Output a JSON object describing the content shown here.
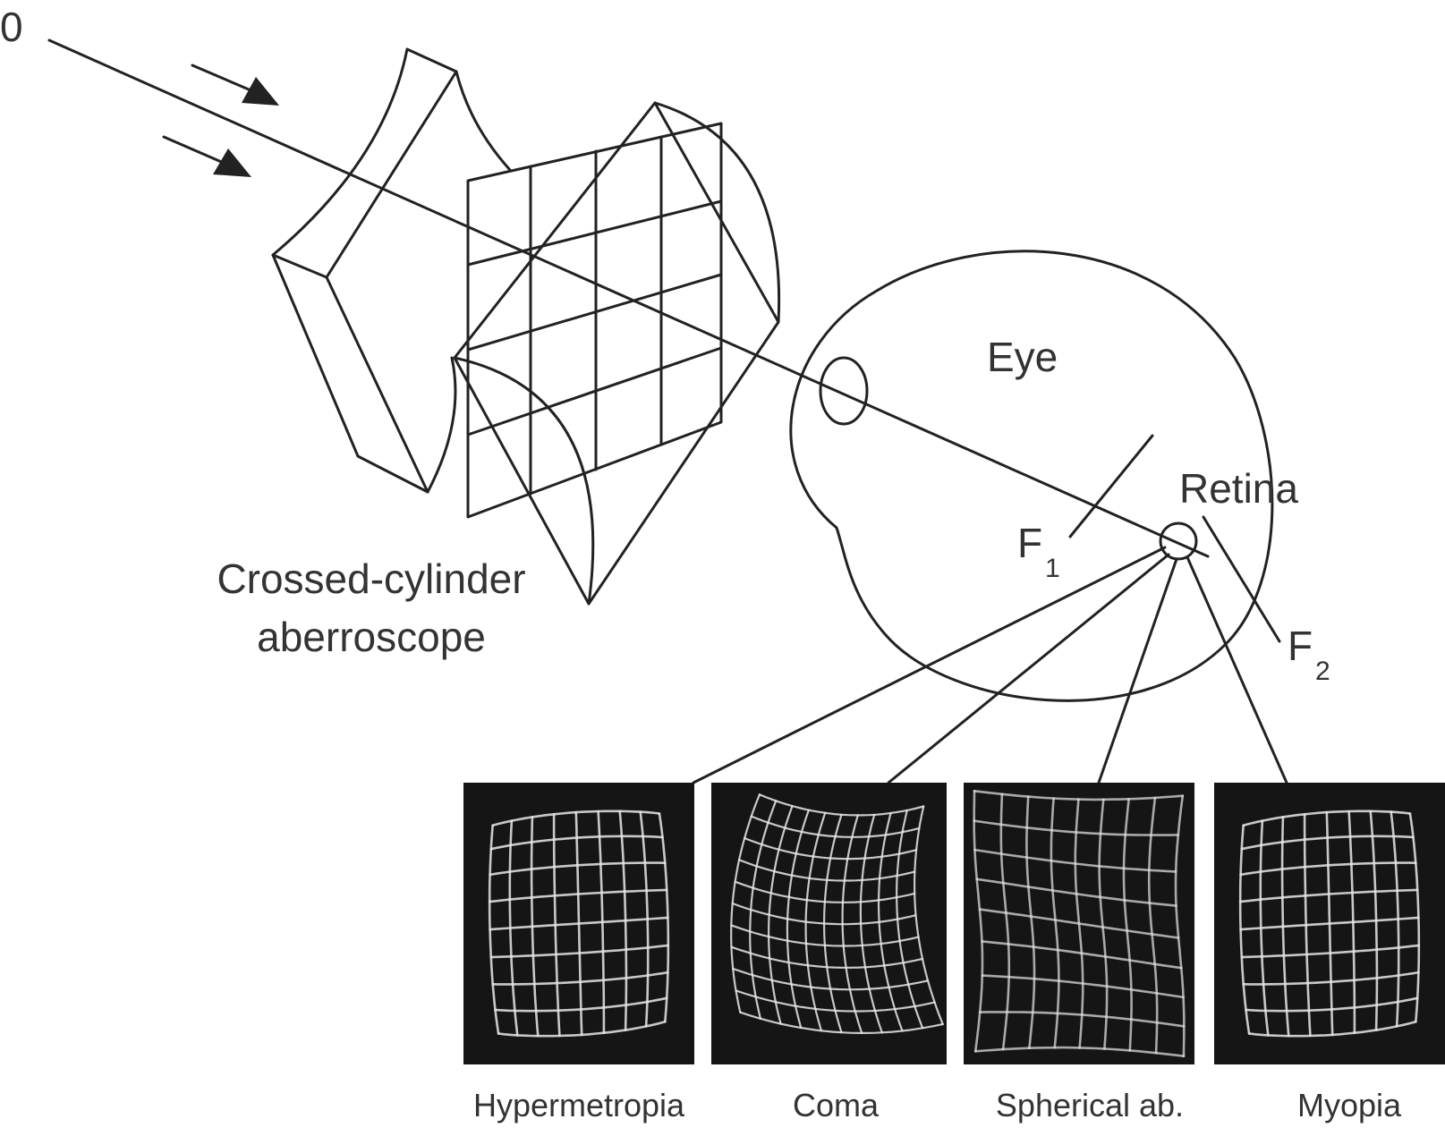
{
  "labels": {
    "ray_number": "0",
    "aberroscope_line1": "Crossed-cylinder",
    "aberroscope_line2": "aberroscope",
    "eye": "Eye",
    "retina": "Retina",
    "f1_main": "F",
    "f1_sub": "1",
    "f2_main": "F",
    "f2_sub": "2"
  },
  "panels": [
    {
      "caption": "Hypermetropia",
      "distortion": "barrel-mild"
    },
    {
      "caption": "Coma",
      "distortion": "coma"
    },
    {
      "caption": "Spherical ab.",
      "distortion": "spherical"
    },
    {
      "caption": "Myopia",
      "distortion": "barrel-mild"
    }
  ],
  "colors": {
    "line": "#222222",
    "text": "#333333",
    "panel_background": "#151515",
    "grid_light": "#e8e8e8"
  }
}
